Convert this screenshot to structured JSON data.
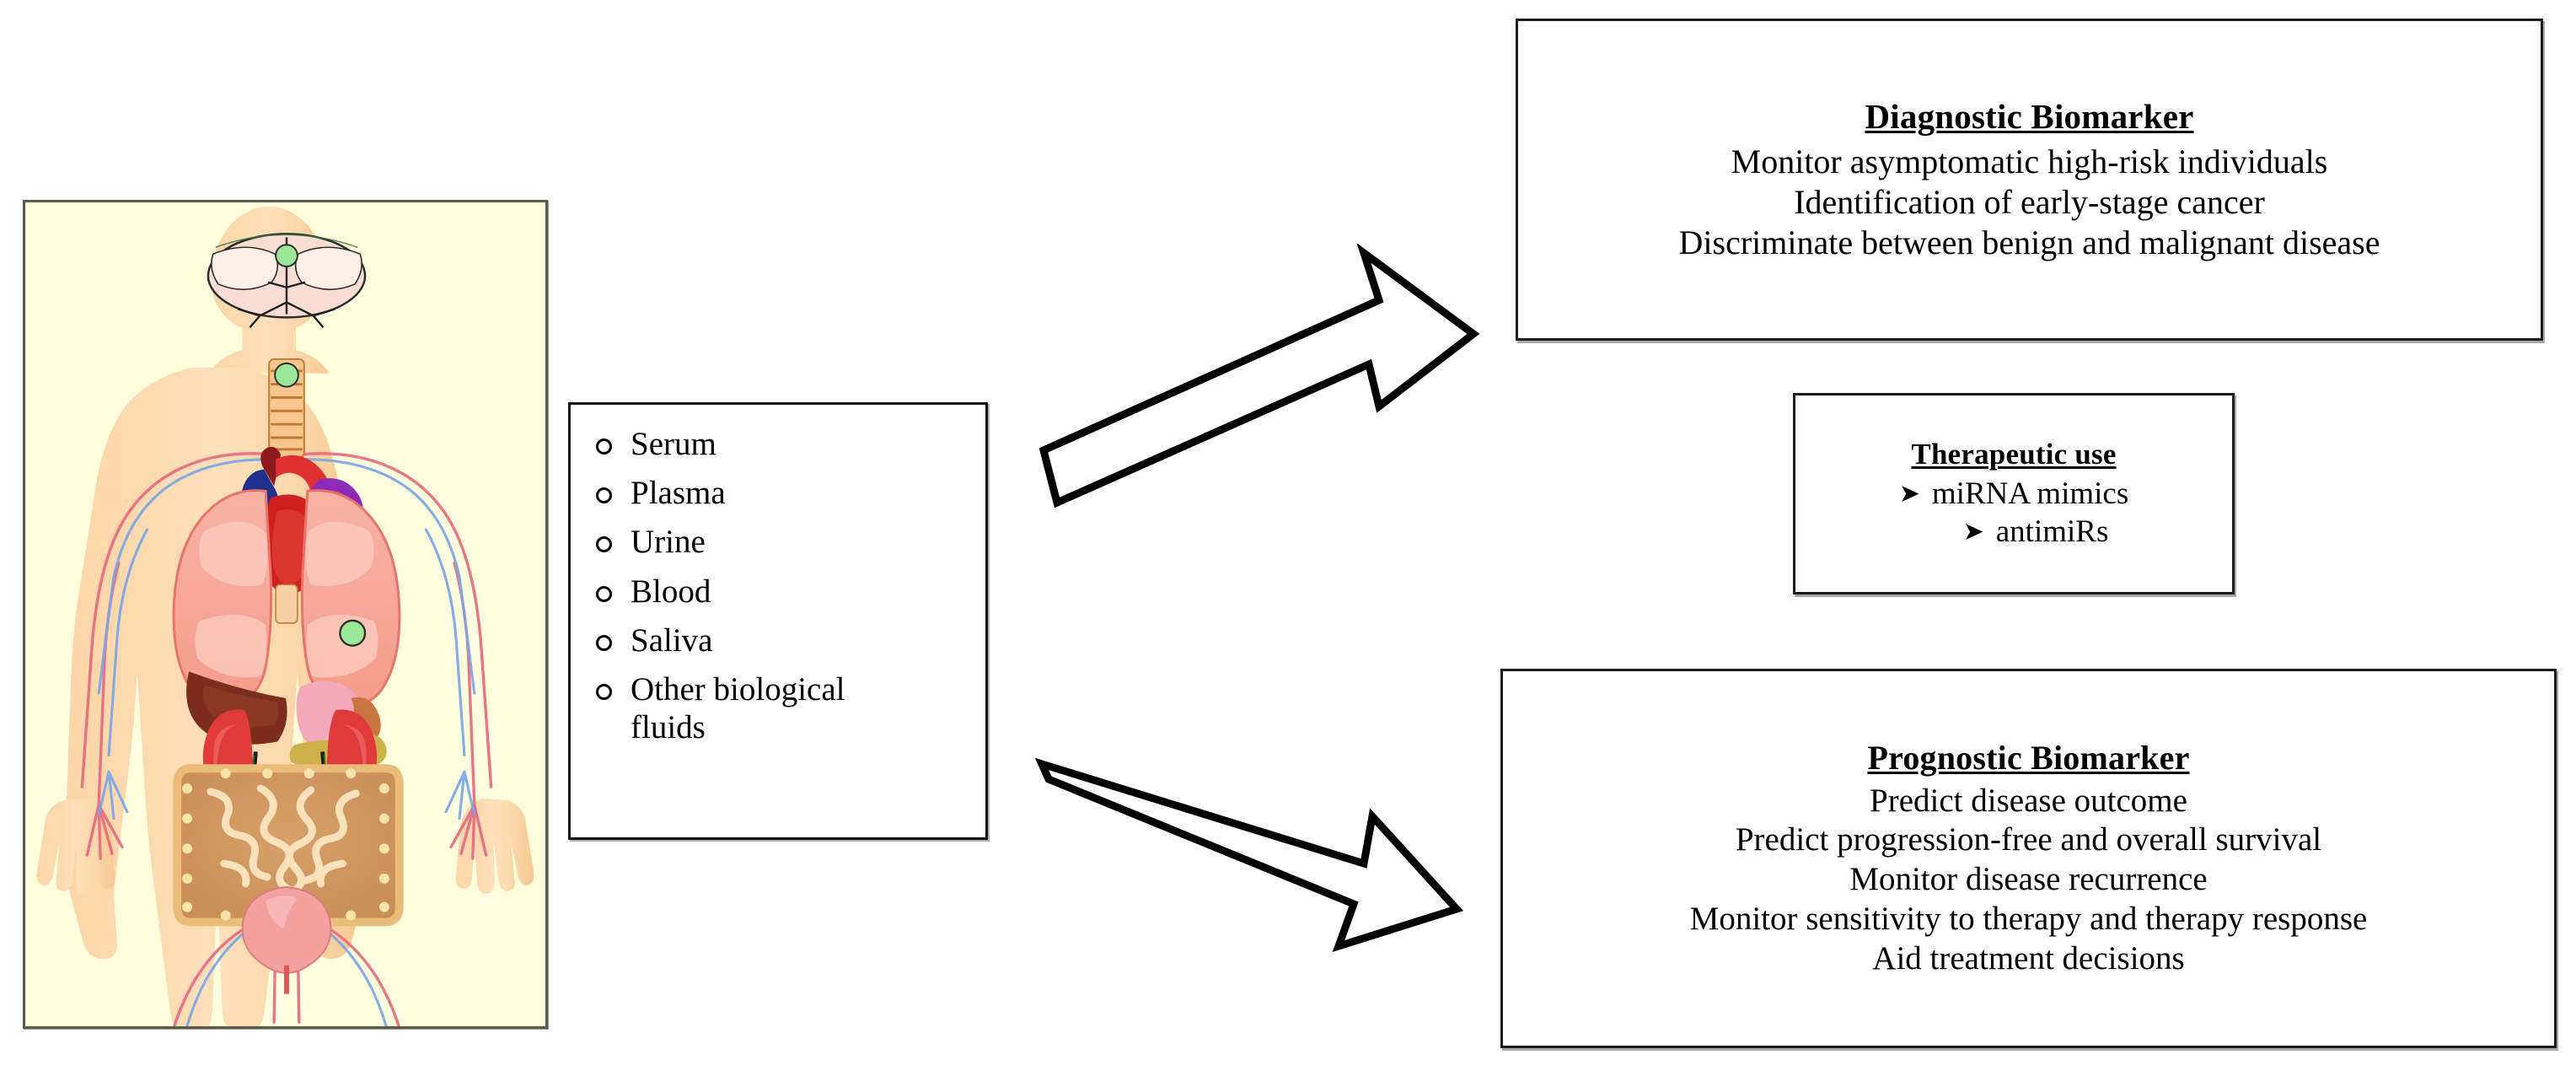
{
  "anatomy": {
    "label": "human-body-biofluids-illustration",
    "background_color": "#fffedd",
    "border_color": "#5b5b4a",
    "marker_color": "#9ae89a",
    "markers": [
      "brain",
      "throat-thyroid",
      "lung-right"
    ],
    "organs": [
      "brain",
      "trachea",
      "heart",
      "aorta",
      "lungs",
      "liver",
      "stomach",
      "pancreas",
      "kidneys",
      "ureters",
      "intestines",
      "bladder",
      "arteries",
      "veins"
    ]
  },
  "biofluids": {
    "items": [
      "Serum",
      "Plasma",
      "Urine",
      "Blood",
      "Saliva",
      "Other biological fluids"
    ]
  },
  "diagnostic": {
    "title": "Diagnostic Biomarker",
    "lines": [
      "Monitor asymptomatic high-risk individuals",
      "Identification of early-stage cancer",
      "Discriminate between benign and malignant disease"
    ]
  },
  "therapeutic": {
    "title": "Therapeutic use",
    "bullet_glyph": "➤",
    "items": [
      "miRNA mimics",
      "antimiRs"
    ]
  },
  "prognostic": {
    "title": "Prognostic Biomarker",
    "lines": [
      "Predict disease outcome",
      "Predict progression-free and overall survival",
      "Monitor disease recurrence",
      "Monitor sensitivity to therapy and therapy response",
      "Aid treatment decisions"
    ]
  },
  "arrows": {
    "up": "arrow-to-diagnostic",
    "down": "arrow-to-prognostic"
  }
}
